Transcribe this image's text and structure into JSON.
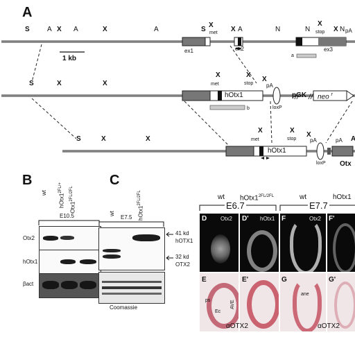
{
  "panel_A": {
    "label": "A",
    "row1": {
      "sites": [
        "S",
        "A",
        "X",
        "A",
        "X",
        "A",
        "S",
        "X",
        "A",
        "N",
        "N",
        "X",
        "N",
        "pA"
      ],
      "marks": [
        "met",
        "stop"
      ],
      "exons": [
        "ex1",
        "ex2",
        "ex3"
      ],
      "scale": "1 kb",
      "probe": "a"
    },
    "row2": {
      "sites": [
        "S",
        "X",
        "X",
        "X",
        "X",
        "X",
        "pA"
      ],
      "marks": [
        "met",
        "stop"
      ],
      "insert": "hOtx1",
      "pgk": "pGK",
      "neo": "neo",
      "neo_sup": "r",
      "lox": "loxP",
      "probe": "b"
    },
    "row3": {
      "sites": [
        "S",
        "X",
        "X",
        "X",
        "X",
        "X",
        "pA",
        "pA",
        "A"
      ],
      "marks": [
        "met",
        "stop"
      ],
      "insert": "hOtx1",
      "lox": "loxP",
      "allele": "Otx"
    }
  },
  "panel_B": {
    "label": "B",
    "stage": "E10.5",
    "columns": [
      "wt",
      "hOtx1",
      "hOtx1"
    ],
    "column_sup": [
      "",
      "2FL/+",
      "2FL/2FL"
    ],
    "rows": [
      "Otx2",
      "hOtx1",
      "βact"
    ]
  },
  "panel_C": {
    "label": "C",
    "stage": "E7.5",
    "columns": [
      "wt",
      "hOtx1"
    ],
    "column_sup": [
      "",
      "2FL/2FL"
    ],
    "markers": [
      "41 kd",
      "hOTX1",
      "32 kd",
      "OTX2"
    ],
    "footer": "Coomassie"
  },
  "panel_D": {
    "header_left": [
      "wt",
      "hOtx1"
    ],
    "header_left_sup": "2FL/2FL",
    "header_right": [
      "wt",
      "hOtx1"
    ],
    "stage_left": "E6.7",
    "stage_right": "E7.7",
    "top": [
      {
        "tag": "D",
        "marker": "Otx2"
      },
      {
        "tag": "D'",
        "marker": "hOtx1"
      },
      {
        "tag": "F",
        "marker": "Otx2"
      },
      {
        "tag": "F'",
        "marker": ""
      }
    ],
    "bottom": [
      {
        "tag": "E",
        "marker": ""
      },
      {
        "tag": "E'",
        "marker": ""
      },
      {
        "tag": "G",
        "marker": ""
      },
      {
        "tag": "G'",
        "marker": ""
      }
    ],
    "embryo_labels": [
      "ps",
      "Ec",
      "AVE",
      "ane"
    ],
    "antibody_labels": [
      "αOTX2",
      "αOTX2"
    ]
  }
}
